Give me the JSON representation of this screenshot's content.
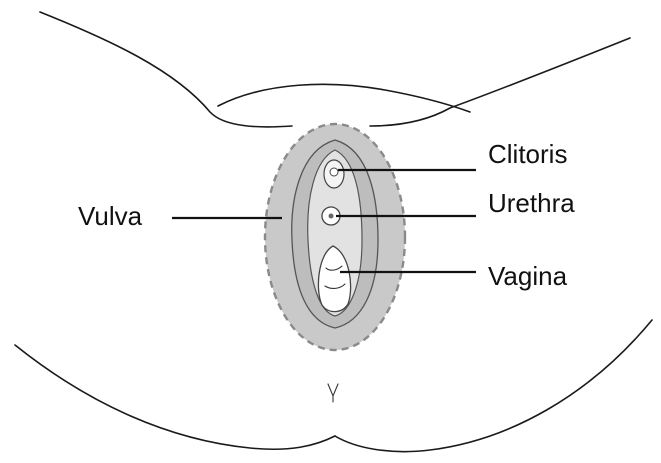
{
  "labels": {
    "vulva": "Vulva",
    "clitoris": "Clitoris",
    "urethra": "Urethra",
    "vagina": "Vagina"
  },
  "colors": {
    "vulva_fill": "#c9c9c9",
    "vulva_border": "#8a8a8a",
    "inner_fill": "#ededed",
    "line": "#111111"
  }
}
